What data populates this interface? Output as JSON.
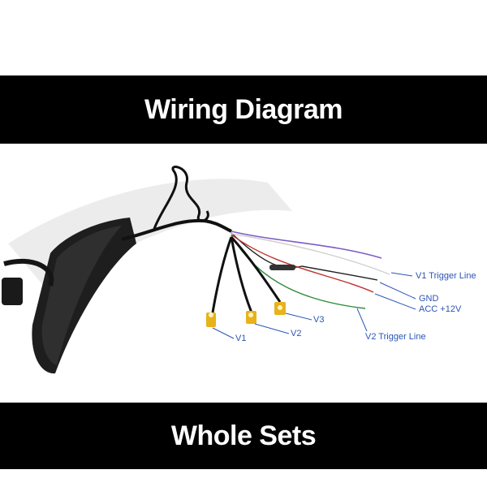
{
  "header": {
    "title": "Wiring Diagram"
  },
  "footer": {
    "title": "Whole Sets"
  },
  "labels": {
    "v1_trigger": "V1 Trigger Line",
    "gnd": "GND",
    "acc": "ACC +12V",
    "v2_trigger": "V2 Trigger Line",
    "v1": "V1",
    "v2": "V2",
    "v3": "V3"
  },
  "colors": {
    "banner_bg": "#000000",
    "banner_text": "#ffffff",
    "label_text": "#2b55b5",
    "rca_yellow": "#e8b21a",
    "wire_purple": "#7b5cc4",
    "wire_black": "#222222",
    "wire_red": "#c0302a",
    "wire_green": "#2f8a3a",
    "wire_white": "#cfcfcf"
  }
}
